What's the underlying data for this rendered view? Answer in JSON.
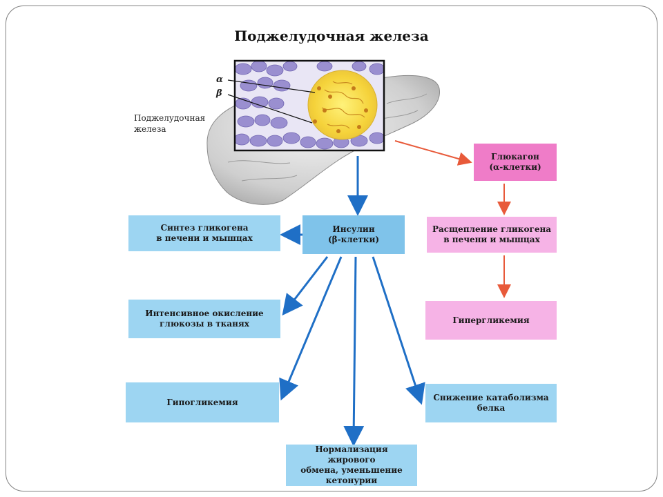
{
  "title": "Поджелудочная железа",
  "pancreas_label": [
    "Поджелудочная",
    "железа"
  ],
  "cell_labels": {
    "alpha": "α",
    "beta": "β"
  },
  "colors": {
    "insulin_arrow": "#1f6fc6",
    "glucagon_arrow": "#e85a3a",
    "blue_box": "#9dd5f2",
    "pink_box": "#f6b3e6"
  },
  "boxes": {
    "insulin": [
      "Инсулин",
      "(β-клетки)"
    ],
    "glucagon": [
      "Глюкагон",
      "(α-клетки)"
    ],
    "glycogen_synthesis": [
      "Синтез гликогена",
      "в печени и мышцах"
    ],
    "glycogen_breakdown": [
      "Расщепление гликогена",
      "в печени и мышцах"
    ],
    "glucose_oxidation": [
      "Интенсивное окисление",
      "глюкозы в тканях"
    ],
    "hyperglycemia": "Гипергликемия",
    "hypoglycemia": "Гипогликемия",
    "protein_catabolism": [
      "Снижение катаболизма",
      "белка"
    ],
    "fat_metabolism": [
      "Нормализация жирового",
      "обмена, уменьшение",
      "кетонурии"
    ]
  }
}
